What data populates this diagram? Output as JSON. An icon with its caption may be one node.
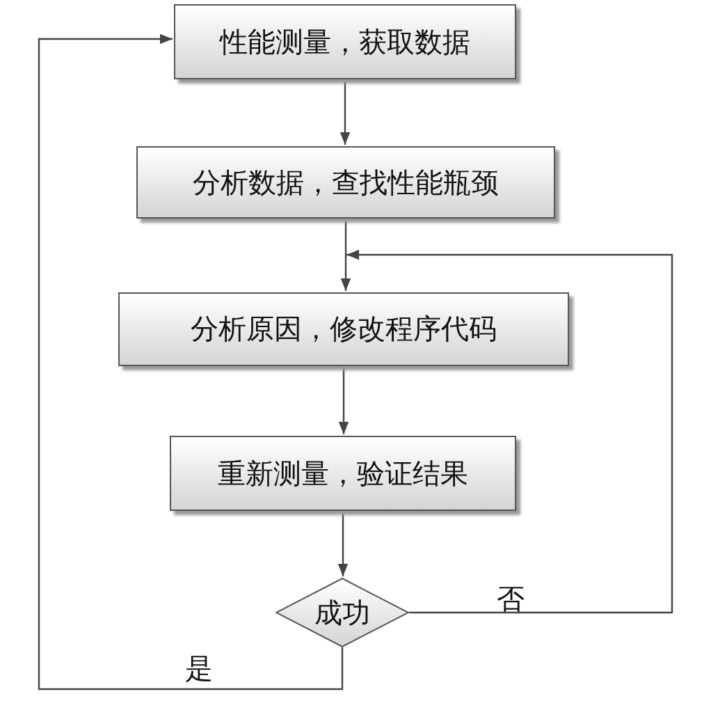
{
  "diagram": {
    "nodes": [
      {
        "text": [
          "性能测量，获取数据"
        ]
      },
      {
        "text": [
          "分析数据，查找性能瓶颈"
        ]
      },
      {
        "text": [
          "分析原因，修改程序代码"
        ]
      },
      {
        "text": [
          "重新测量，验证结果"
        ]
      },
      {
        "text": [
          "成功"
        ]
      }
    ],
    "edges": [
      {
        "from": 0,
        "to": 1,
        "arrow": "to"
      },
      {
        "from": 1,
        "to": 2,
        "arrow": "to"
      },
      {
        "from": 2,
        "to": 3,
        "arrow": "to"
      },
      {
        "from": 3,
        "to": 4,
        "arrow": "to"
      },
      {
        "from": 4,
        "to": 0,
        "arrow": "to",
        "label": "是"
      },
      {
        "from": 4,
        "to": null,
        "arrow": "to",
        "label": "否"
      }
    ]
  }
}
